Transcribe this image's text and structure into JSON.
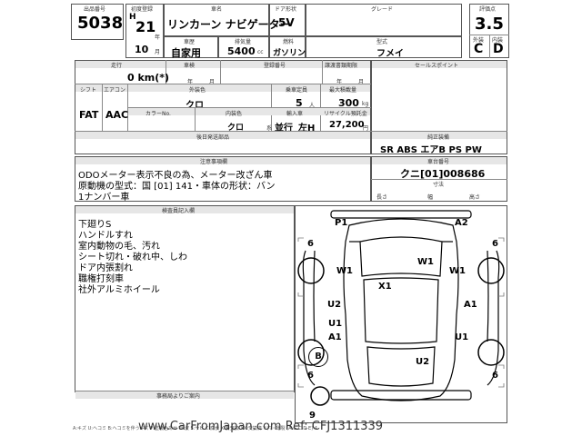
{
  "header": {
    "lot_label": "出品番号",
    "lot_no": "5038",
    "year_label": "初度登録",
    "era": "H",
    "year": "21",
    "year_unit": "年",
    "month": "10",
    "month_unit": "月",
    "car_name_label": "車名",
    "car_name": "リンカーン ナビゲーター",
    "doors_label": "ドア形状",
    "doors": "5V",
    "grade_label": "グレード",
    "grade": "",
    "score_label": "評価点",
    "score": "3.5",
    "ext_label": "外装",
    "ext": "C",
    "int_label": "内装",
    "int": "D",
    "type_label": "車歴",
    "type": "自家用",
    "cc_label": "排気量",
    "cc": "5400",
    "cc_unit": "cc",
    "fuel_label": "燃料",
    "fuel": "ガソリン",
    "model_label": "型式",
    "model": "フメイ"
  },
  "mid": {
    "mileage_label": "走行",
    "mileage": "0 km(*)",
    "inspection_label": "車検",
    "insp_year": "年",
    "insp_month": "月",
    "reg_label": "登録番号",
    "cert_label": "譲渡書類期限",
    "cert_year": "年",
    "cert_month": "月",
    "shift_label": "シフト",
    "shift": "FAT",
    "ac_label": "エアコン",
    "ac": "AAC",
    "color_label": "外装色",
    "color": "クロ",
    "seat_label": "乗車定員",
    "seat": "5",
    "seat_unit": "人",
    "load_label": "最大積載量",
    "load": "300",
    "load_unit": "kg",
    "colorno_label": "カラーNo.",
    "intcolor_label": "内装色",
    "intcolor": "クロ",
    "import_label": "輸入車",
    "import_pre": "系",
    "import_type": "並行",
    "import_side": "左H",
    "recycle_label": "リサイクル預託金",
    "recycle": "27,200",
    "recycle_unit": "円",
    "equip_label": "後日発送部品",
    "sales_label": "セールスポイント",
    "std_label": "純正装備",
    "std": "SR ABS エアB PS PW"
  },
  "notes": {
    "label": "注意事項欄",
    "lines": [
      "ODOメーター表示不良の為、メーター改ざん車",
      "原動機の型式：国 [01] 141・車体の形状：バン",
      "1ナンバー車"
    ],
    "frame_label": "車台番号",
    "frame": "クニ[01]008686",
    "dim_label": "寸法",
    "len": "長さ",
    "wid": "幅",
    "hei": "高さ"
  },
  "inspector": {
    "label": "検査員記入欄",
    "lines": [
      "下廻りS",
      "ハンドルすれ",
      "室内動物の毛、汚れ",
      "シート切れ・破れ中、しわ",
      "ドア内張割れ",
      "職権打刻車",
      "社外アルミホイール"
    ]
  },
  "office_label": "事務局よりご案内",
  "diagram": {
    "P1": "P1",
    "A2_top": "A2",
    "six_l": "6",
    "six_r": "6",
    "six_l2": "6",
    "six_r2": "6",
    "W1_lf": "W1",
    "W1_c": "W1",
    "W1_rf": "W1",
    "X1": "X1",
    "U2_l": "U2",
    "A1_r": "A1",
    "U1_l": "U1",
    "A1_l": "A1",
    "U1_r": "U1",
    "B": "B",
    "U2_b": "U2",
    "nine": "9"
  },
  "footer": {
    "legend": "A:キズ U:ヘコミ B:ヘコミを伴うキズ P:塗装色あせ W:波 S:サビ C:腐食 X:要交換 XX:交換済 Y:穴・亀裂 (A-G-C-D-E) 4",
    "watermark": "www.CarFromJapan.com Ref: CFJ1311339"
  }
}
